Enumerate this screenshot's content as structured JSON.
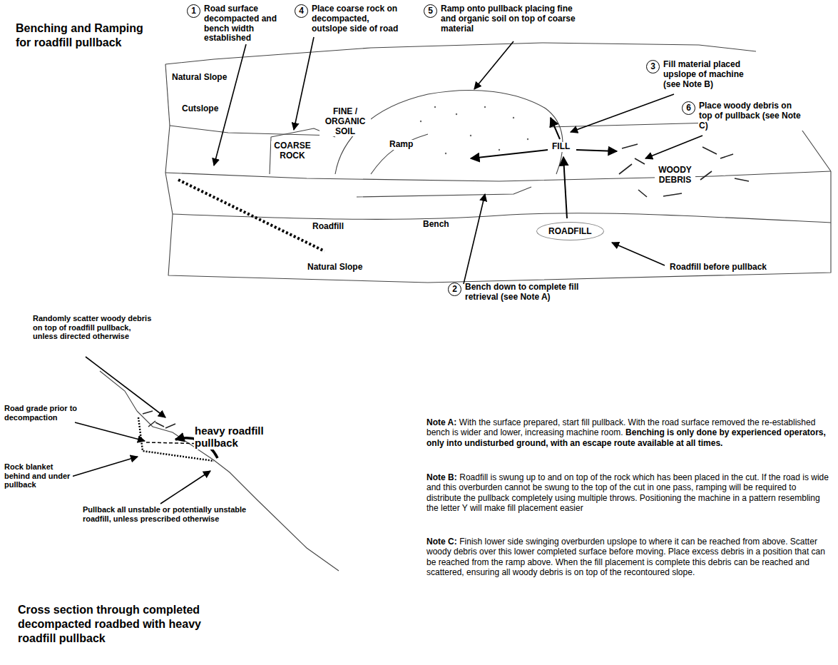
{
  "diagram": {
    "title": "Benching and Ramping for roadfill pullback",
    "caption": "Cross section through completed decompacted roadbed with heavy roadfill pullback",
    "nodes": [
      {
        "text": [
          "1",
          "Road surface decompacted and bench width established"
        ]
      },
      {
        "text": [
          "4",
          "Place coarse rock on decompacted, outslope side of road"
        ]
      },
      {
        "text": [
          "5",
          "Ramp onto pullback placing fine and organic soil on top of coarse material"
        ]
      },
      {
        "text": [
          "3",
          "Fill material placed upslope of machine (see Note B)"
        ]
      },
      {
        "text": [
          "6",
          "Place woody debris on top of pullback (see Note C)"
        ]
      },
      {
        "text": [
          "ROADFILL"
        ]
      },
      {
        "text": [
          "2",
          "Bench down to complete fill retrieval (see Note A)"
        ]
      }
    ],
    "labels": [
      "Natural Slope",
      "Cutslope",
      "FINE / ORGANIC SOIL",
      "COARSE ROCK",
      "Ramp",
      "FILL",
      "WOODY DEBRIS",
      "Roadfill",
      "Bench",
      "Natural Slope",
      "Roadfill before pullback",
      "Randomly scatter woody debris on top of roadfill pullback, unless directed otherwise",
      "Road grade prior to decompaction",
      "heavy roadfill pullback",
      "Rock blanket behind and under pullback",
      "Pullback all unstable or potentially unstable roadfill, unless prescribed otherwise",
      "Note A:",
      "With the surface prepared, start fill pullback. With the road surface removed the re-established bench is wider and lower, increasing machine room.",
      "Benching is only done by experienced operators, only into undisturbed ground, with an escape route available at all times.",
      "Note B:",
      "Roadfill is swung up to and on top of the rock which has been placed in the cut. If the road is wide and this overburden cannot be swung to the top of the cut in one pass, ramping will be required to distribute the pullback completely using multiple throws. Positioning the machine in a pattern resembling the letter Y will make fill placement easier",
      "Note C:",
      "Finish lower side swinging overburden upslope to where it can be reached from above. Scatter woody debris over this lower completed surface before moving. Place excess debris in a position that can be reached from the ramp above. When the fill placement is complete this debris can be reached and scattered, ensuring all woody debris is on top of the recontoured slope."
    ]
  }
}
